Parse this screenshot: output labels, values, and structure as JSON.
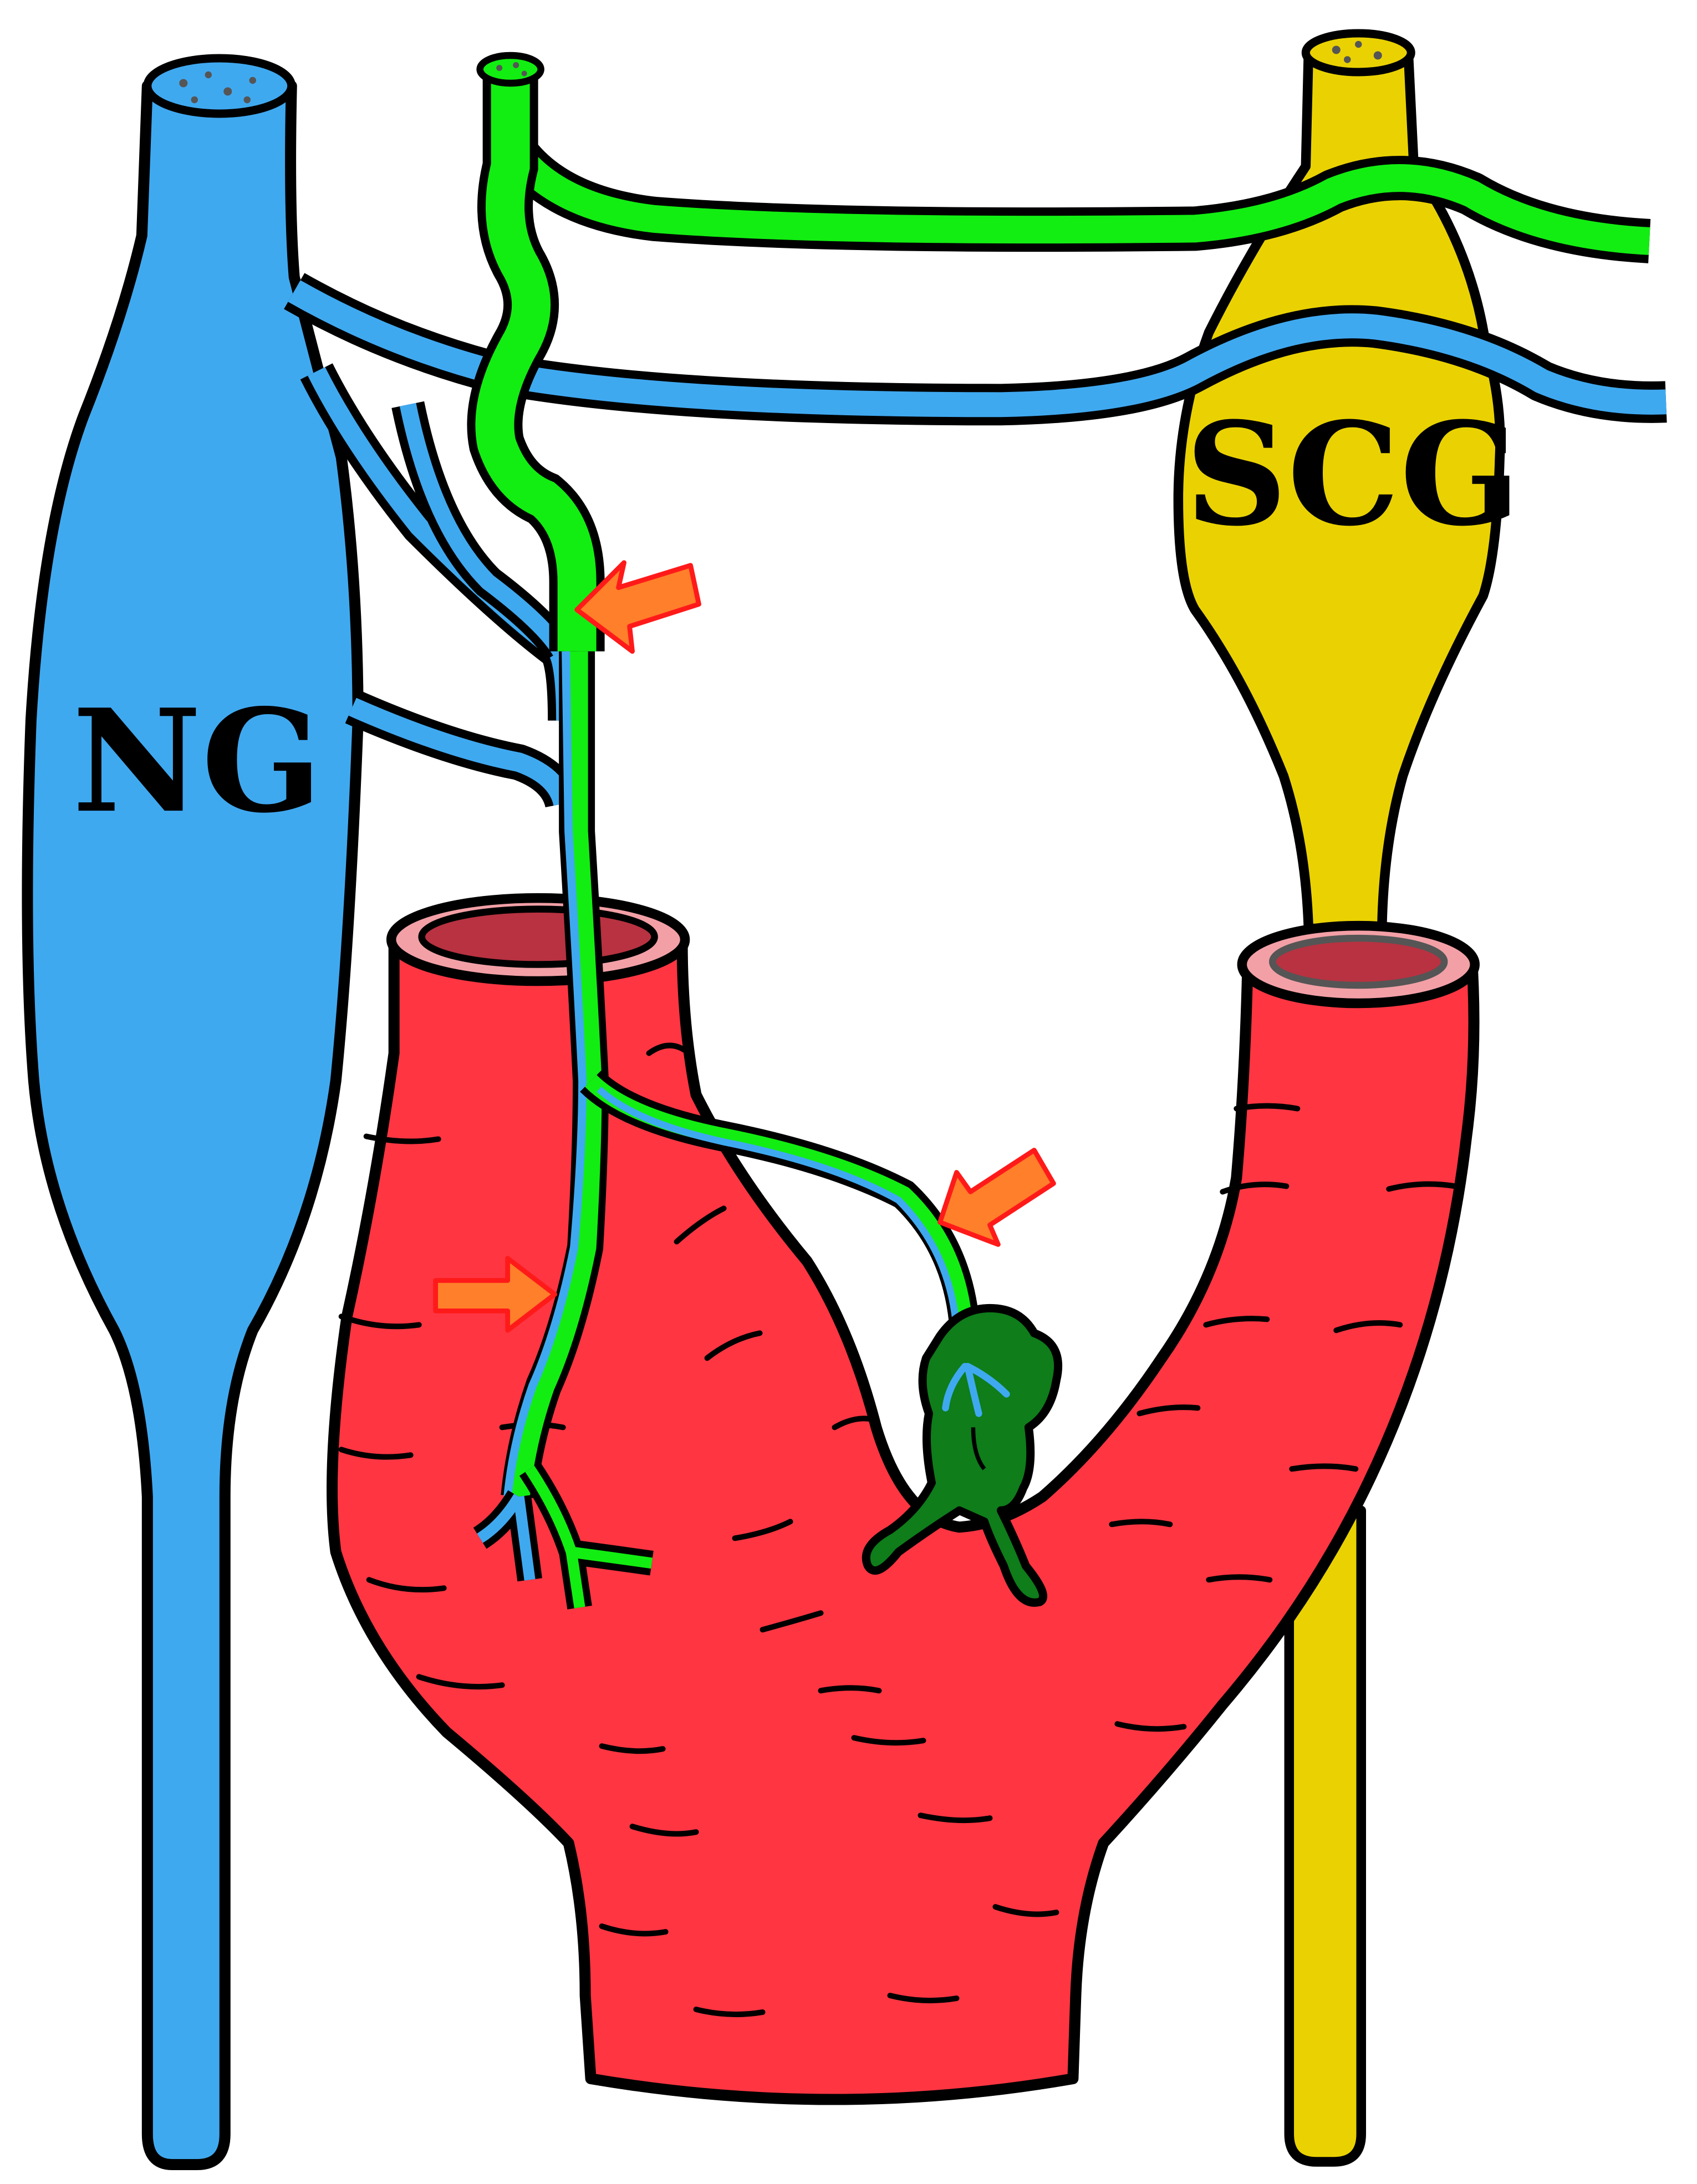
{
  "labels": {
    "ng": "NG",
    "scg": "SCG"
  },
  "colors": {
    "nodose_ganglion": "#3fa9f0",
    "sympathetic_ganglion": "#ead202",
    "carotid_artery": "#ff3542",
    "artery_lumen": "#b83241",
    "artery_rim": "#f2a0a6",
    "green_nerve": "#12ee12",
    "carotid_body": "#0e7d1a",
    "arrow_fill": "#ff7f2a",
    "arrow_outline": "#ff1a1a",
    "outline": "#000000"
  },
  "arrows": {
    "count": 3,
    "direction": [
      "left-down",
      "right",
      "left-down"
    ]
  }
}
